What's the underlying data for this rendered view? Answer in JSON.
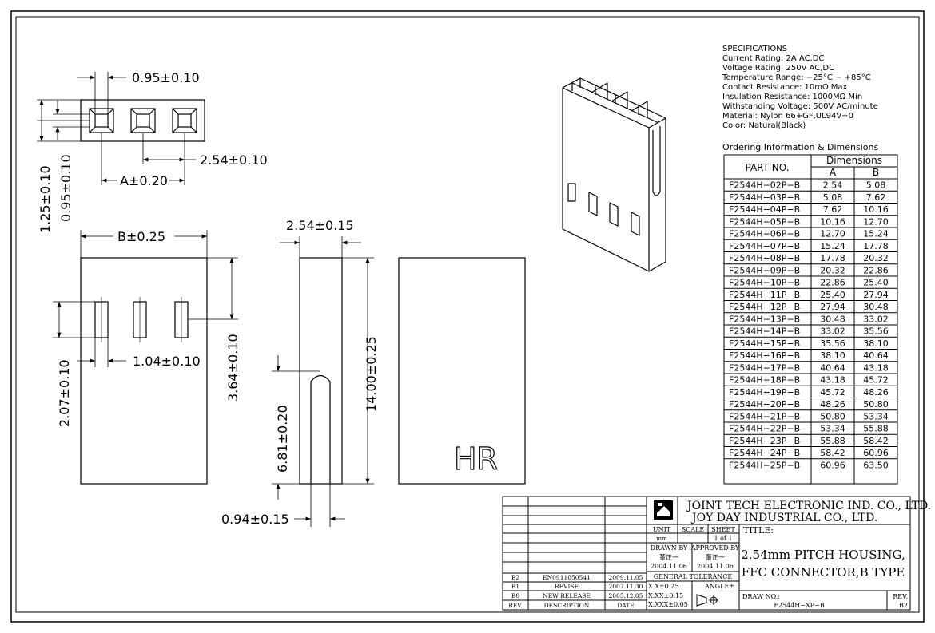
{
  "dimensions": {
    "hole_width": "0.95±0.10",
    "pitch_top": "2.54±0.10",
    "a_dim": "A±0.20",
    "height_125": "1.25±0.10",
    "height_095": "0.95±0.10",
    "b_dim": "B±0.25",
    "side_width": "2.54±0.15",
    "slot_width": "1.04±0.10",
    "slot_height": "2.07±0.10",
    "slot_offset": "3.64±0.10",
    "length": "14.00±0.25",
    "slit_depth": "6.81±0.20",
    "slit_width": "0.94±0.15"
  },
  "logo_text": "HR",
  "specifications": {
    "title": "SPECIFICATIONS",
    "lines": [
      "Current Rating: 2A AC,DC",
      "Voltage Rating: 250V AC,DC",
      "Temperature Range: −25°C ~ +85°C",
      "Contact Resistance: 10mΩ Max",
      "Insulation Resistance: 1000MΩ Min",
      "Withstanding Voltage: 500V AC/minute",
      "Material: Nylon 66+GF,UL94V−0",
      "Color: Natural(Black)"
    ]
  },
  "ordering": {
    "title": "Ordering Information & Dimensions",
    "col_part": "PART NO.",
    "col_dims": "Dimensions",
    "col_a": "A",
    "col_b": "B",
    "rows": [
      [
        "F2544H−02P−B",
        "2.54",
        "5.08"
      ],
      [
        "F2544H−03P−B",
        "5.08",
        "7.62"
      ],
      [
        "F2544H−04P−B",
        "7.62",
        "10.16"
      ],
      [
        "F2544H−05P−B",
        "10.16",
        "12.70"
      ],
      [
        "F2544H−06P−B",
        "12.70",
        "15.24"
      ],
      [
        "F2544H−07P−B",
        "15.24",
        "17.78"
      ],
      [
        "F2544H−08P−B",
        "17.78",
        "20.32"
      ],
      [
        "F2544H−09P−B",
        "20.32",
        "22.86"
      ],
      [
        "F2544H−10P−B",
        "22.86",
        "25.40"
      ],
      [
        "F2544H−11P−B",
        "25.40",
        "27.94"
      ],
      [
        "F2544H−12P−B",
        "27.94",
        "30.48"
      ],
      [
        "F2544H−13P−B",
        "30.48",
        "33.02"
      ],
      [
        "F2544H−14P−B",
        "33.02",
        "35.56"
      ],
      [
        "F2544H−15P−B",
        "35.56",
        "38.10"
      ],
      [
        "F2544H−16P−B",
        "38.10",
        "40.64"
      ],
      [
        "F2544H−17P−B",
        "40.64",
        "43.18"
      ],
      [
        "F2544H−18P−B",
        "43.18",
        "45.72"
      ],
      [
        "F2544H−19P−B",
        "45.72",
        "48.26"
      ],
      [
        "F2544H−20P−B",
        "48.26",
        "50.80"
      ],
      [
        "F2544H−21P−B",
        "50.80",
        "53.34"
      ],
      [
        "F2544H−22P−B",
        "53.34",
        "55.88"
      ],
      [
        "F2544H−23P−B",
        "55.88",
        "58.42"
      ],
      [
        "F2544H−24P−B",
        "58.42",
        "60.96"
      ],
      [
        "F2544H−25P−B",
        "60.96",
        "63.50"
      ]
    ]
  },
  "title_block": {
    "company1": "JOINT TECH ELECTRONIC IND. CO., LTD.",
    "company2": "JOY DAY INDUSTRIAL CO., LTD.",
    "unit_label": "UNIT",
    "scale_label": "SCALE",
    "sheet_label": "SHEET",
    "unit_value": "mm",
    "sheet_value": "1 of 1",
    "drawn_by_label": "DRAWN BY",
    "approved_by_label": "APPROVED BY",
    "drawn_by": "董正一",
    "approved_by": "董正一",
    "drawn_date": "2004.11.06",
    "approved_date": "2004.11.06",
    "general_tolerance": "GENERAL TOLERANCE",
    "tol1": "X.X±0.25",
    "tol2": "X.XX±0.15",
    "tol3": "X.XXX±0.05",
    "angle": "ANGLE±",
    "title_label": "TITLE:",
    "title_line1": "2.54mm PITCH HOUSING,",
    "title_line2": "FFC CONNECTOR,B TYPE",
    "draw_no_label": "DRAW NO.:",
    "draw_no": "F2544H−XP−B",
    "rev_label": "REV.",
    "rev_value": "B2"
  },
  "revisions": {
    "headers": [
      "REV.",
      "DESCRIPTION",
      "DATE"
    ],
    "rows": [
      [
        "B2",
        "EN0911050541",
        "2009.11.05"
      ],
      [
        "B1",
        "REVISE",
        "2007.11.30"
      ],
      [
        "B0",
        "NEW RELEASE",
        "2005.12.05"
      ]
    ]
  }
}
